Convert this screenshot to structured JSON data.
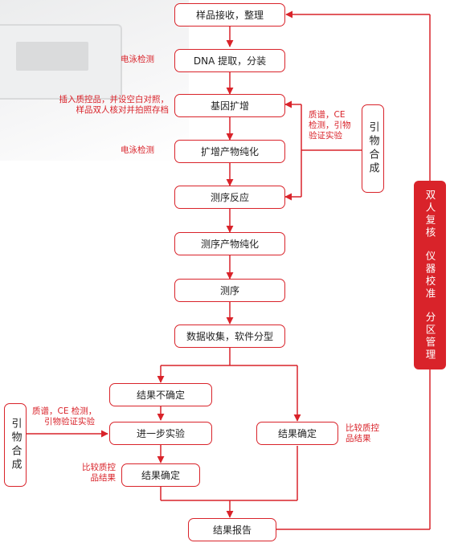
{
  "flow": {
    "sample_receive": "样品接收，整理",
    "dna_extract": "DNA 提取，分装",
    "gene_amplify": "基因扩增",
    "amp_purify": "扩增产物纯化",
    "seq_reaction": "测序反应",
    "seq_purify": "测序产物纯化",
    "sequencing": "测序",
    "data_analysis": "数据收集，软件分型",
    "result_uncertain": "结果不确定",
    "further_experiment": "进一步实验",
    "result_confirmed_left": "结果确定",
    "result_confirmed_right": "结果确定",
    "result_report": "结果报告"
  },
  "notes": {
    "electrophoresis_1": "电泳检测",
    "electrophoresis_2": "电泳检测",
    "control_line1": "插入质控品，并设空白对照，",
    "control_line2": "样品双人核对并拍照存档",
    "standard_line1": "质谱，CE",
    "standard_line2": "检测，引物",
    "standard_line3": "验证实验",
    "left_standard_line1": "质谱，CE 检测，",
    "left_standard_line2": "引物验证实验",
    "compare_left_line1": "比较质控",
    "compare_left_line2": "品结果",
    "compare_right_line1": "比较质控",
    "compare_right_line2": "品结果"
  },
  "side_boxes": {
    "primer_synthesis_top": "引物合成",
    "primer_synthesis_bottom": "引物合成"
  },
  "redbar": {
    "line1": "双人复核",
    "line2": "仪器校准",
    "line3": "分区管理"
  },
  "colors": {
    "accent": "#d9232a",
    "text": "#222222",
    "background": "#ffffff"
  }
}
